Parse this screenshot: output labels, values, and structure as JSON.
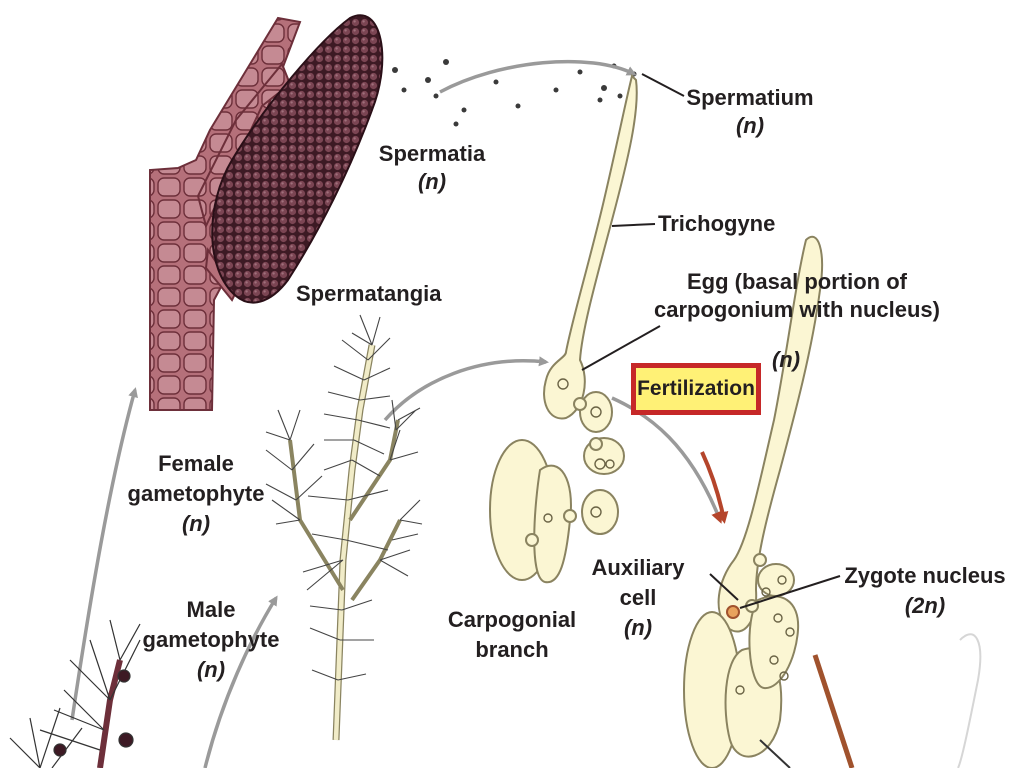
{
  "labels": {
    "spermatium": "Spermatium",
    "spermatium_ploidy": "(n)",
    "spermatia": "Spermatia",
    "spermatia_ploidy": "(n)",
    "trichogyne": "Trichogyne",
    "spermatangia": "Spermatangia",
    "egg_line1": "Egg (basal portion of",
    "egg_line2": "carpogonium with nucleus)",
    "egg_ploidy": "(n)",
    "fertilization": "Fertilization",
    "female_line1": "Female",
    "female_line2": "gametophyte",
    "female_ploidy": "(n)",
    "male_line1": "Male",
    "male_line2": "gametophyte",
    "male_ploidy": "(n)",
    "auxiliary_line1": "Auxiliary",
    "auxiliary_line2": "cell",
    "auxiliary_ploidy": "(n)",
    "zygote_line1": "Zygote nucleus",
    "zygote_ploidy": "(2n)",
    "carpogonial_line1": "Carpogonial",
    "carpogonial_line2": "branch"
  },
  "colors": {
    "background": "#ffffff",
    "thallus": "#b5707a",
    "thallus_outline": "#6d2f3a",
    "sporangium": "#5a2a37",
    "cell_fill": "#fbf6d3",
    "cell_outline": "#8a8360",
    "arrow_gray": "#9a9a9a",
    "arrow_brown": "#a0522d",
    "highlight_fill": "#fff176",
    "highlight_border": "#c62828",
    "text": "#231f20"
  }
}
